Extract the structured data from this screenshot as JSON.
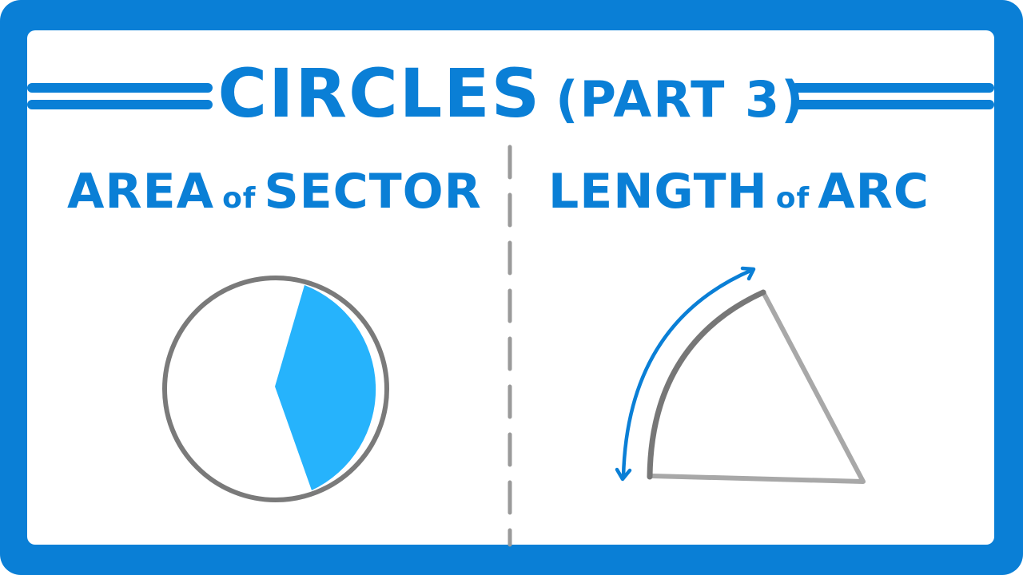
{
  "title": {
    "main": "CIRCLES",
    "sub": "(PART 3)"
  },
  "left_section": {
    "heading_part1": "AREA",
    "heading_connector": "of",
    "heading_part2": "SECTOR",
    "diagram": "circle-with-shaded-sector"
  },
  "right_section": {
    "heading_part1": "LENGTH",
    "heading_connector": "of",
    "heading_part2": "ARC",
    "diagram": "sector-with-arc-length-arrow"
  },
  "colors": {
    "frame_blue": "#0a7fd6",
    "sector_fill": "#26b3fc",
    "outline_gray": "#7a7a7a",
    "light_gray": "#a8a8a8",
    "divider_gray": "#9a9a9a",
    "background": "#ffffff"
  }
}
